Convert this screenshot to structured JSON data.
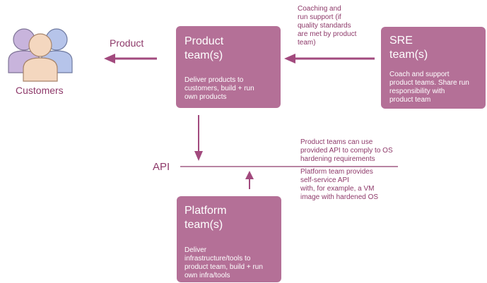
{
  "customers": {
    "label": "Customers",
    "icon": "people-group-icon"
  },
  "product_arrow_label": "Product",
  "product_team": {
    "title_line1": "Product",
    "title_line2": "team(s)",
    "description": [
      "Deliver products to",
      "customers, build + run",
      "own products"
    ]
  },
  "sre_team": {
    "title_line1": "SRE",
    "title_line2": "team(s)",
    "description": [
      "Coach and support",
      "product teams. Share run",
      "responsibility with",
      "product team"
    ]
  },
  "sre_note": [
    "Coaching and",
    "run support (if",
    "quality standards",
    "are met by product",
    "team)"
  ],
  "api_label": "API",
  "api_note_top": [
    "Product teams can use",
    "provided API to comply to OS",
    "hardening requirements"
  ],
  "api_note_bottom": [
    "Platform team provides",
    "self-service API",
    "with, for example, a VM",
    "image with hardened OS"
  ],
  "platform_team": {
    "title_line1": "Platform",
    "title_line2": "team(s)",
    "description": [
      "Deliver",
      "infrastructure/tools to",
      "product team, build + run",
      "own infra/tools"
    ]
  },
  "colors": {
    "box": "#b47097",
    "accent_text": "#8e3a6a",
    "arrow": "#a24a7e",
    "person_purple": "#c8b4dc",
    "person_blue": "#b6c4ea",
    "person_peach": "#f4d7bf"
  }
}
